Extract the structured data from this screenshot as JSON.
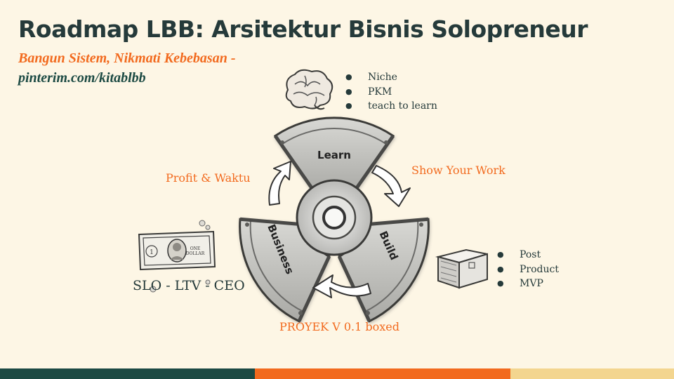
{
  "title": "Roadmap LBB: Arsitektur Bisnis Solopreneur",
  "subtitle_line1": "Bangun Sistem, Nikmati Kebebasan -",
  "subtitle_line2": "pinterim.com/kitablbb",
  "cycle": {
    "learn": "Learn",
    "build": "Build",
    "business": "Business"
  },
  "transitions": {
    "learn_to_build": "Show Your Work",
    "build_to_business": "PROYEK V 0.1 boxed",
    "business_to_learn": "Profit & Waktu"
  },
  "learn_points": [
    "Niche",
    "PKM",
    "teach to learn"
  ],
  "build_points": [
    "Post",
    "Product",
    "MVP"
  ],
  "business_metrics": "SLO - LTV - CEO",
  "icons": {
    "learn": "brain-icon",
    "build": "box-icon",
    "business": "dollar-bill-icon"
  },
  "colors": {
    "background": "#fdf6e5",
    "title": "#253a3a",
    "accent_orange": "#f26a1e",
    "accent_teal": "#1c4a43",
    "bar_teal": "#1c4a43",
    "bar_orange": "#f26a1e",
    "bar_sand": "#f3d58f"
  }
}
